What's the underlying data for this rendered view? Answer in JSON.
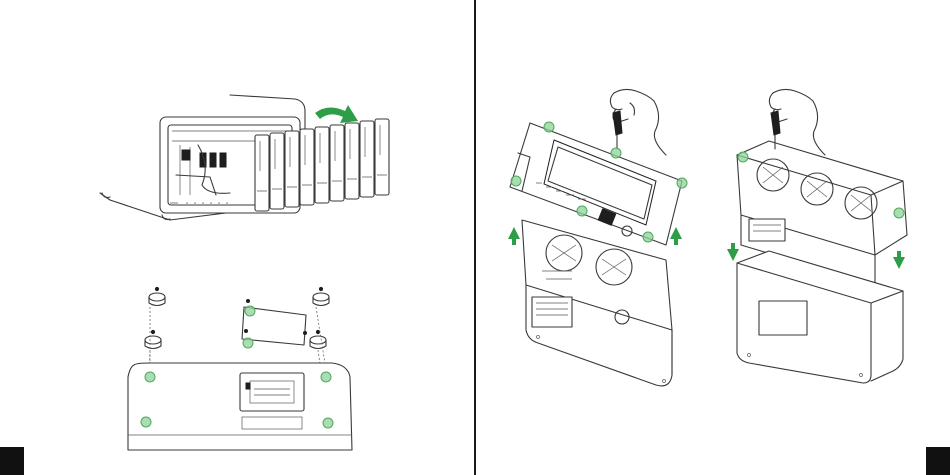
{
  "colors": {
    "accent_green": "#2e9d48",
    "highlight_green": "#8fd19a",
    "line": "#3a3a3a",
    "page_tab": "#111111"
  },
  "figures": [
    {
      "id": "drive-tray-removal",
      "arrow_icon": "curved-arrow-right-icon"
    },
    {
      "id": "foot-removal",
      "highlight_icon": "screw-highlight-icon"
    },
    {
      "id": "top-panel-removal",
      "arrow_icon": "arrow-up-icon",
      "highlight_icon": "screw-highlight-icon"
    },
    {
      "id": "chassis-removal",
      "arrow_icon": "arrow-down-icon",
      "highlight_icon": "screw-highlight-icon"
    }
  ]
}
